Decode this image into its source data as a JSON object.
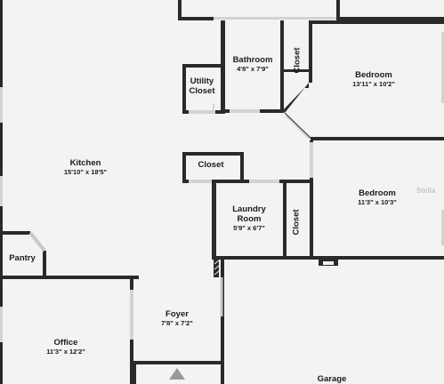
{
  "rooms": {
    "bathroom": {
      "name": "Bathroom",
      "dims": "4'8\" x 7'9\""
    },
    "utility_closet": {
      "name": "Utility Closet"
    },
    "closet_top": {
      "name": "Closet"
    },
    "bedroom_1": {
      "name": "Bedroom",
      "dims": "13'11\" x 10'2\""
    },
    "kitchen": {
      "name": "Kitchen",
      "dims": "15'10\" x 18'5\""
    },
    "closet_center": {
      "name": "Closet"
    },
    "bedroom_2": {
      "name": "Bedroom",
      "dims": "11'3\" x 10'3\""
    },
    "laundry": {
      "name": "Laundry Room",
      "dims": "5'9\" x 6'7\""
    },
    "closet_laundry": {
      "name": "Closet"
    },
    "pantry": {
      "name": "Pantry"
    },
    "foyer": {
      "name": "Foyer",
      "dims": "7'8\" x 7'2\""
    },
    "office": {
      "name": "Office",
      "dims": "11'3\" x 12'2\""
    },
    "garage": {
      "name": "Garage"
    }
  },
  "watermark": "Stella",
  "colors": {
    "wall": "#2a2a2a",
    "floor": "#f3f3f3",
    "window": "#d3d3d3",
    "text": "#1a1a1a"
  }
}
